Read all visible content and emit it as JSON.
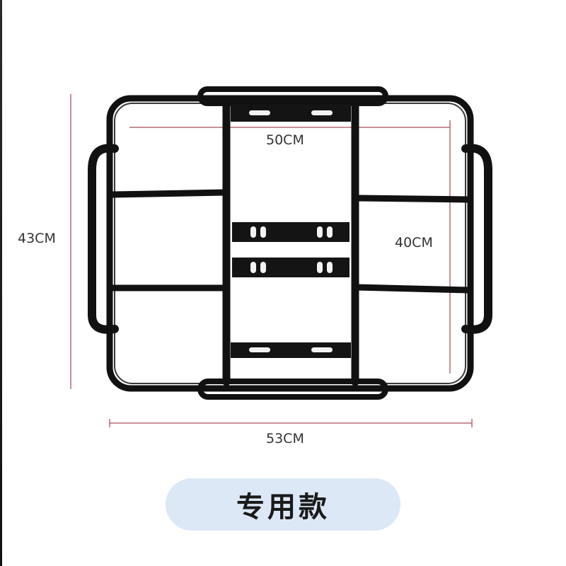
{
  "dimensions": {
    "top_width": "50CM",
    "height": "43CM",
    "inner_height": "40CM",
    "bottom_width": "53CM"
  },
  "model_label": "专用款",
  "colors": {
    "frame": "#111111",
    "dimension_line": "#b86a74",
    "pill": "#dde8f6"
  }
}
